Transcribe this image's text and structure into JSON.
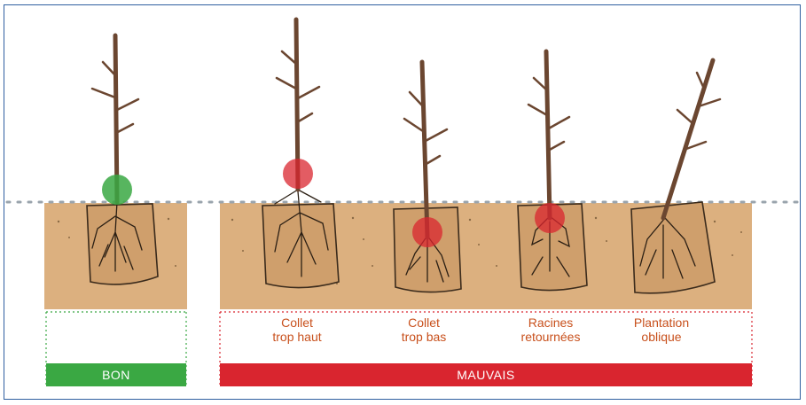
{
  "colors": {
    "good": "#3aa843",
    "bad": "#d9252f",
    "soil": "#dcb07f",
    "soil_dark": "#cf9f6c",
    "caption_text": "#c8501c",
    "frame": "#2f5fa0"
  },
  "captions": [
    {
      "line1": "Collet",
      "line2": "trop haut"
    },
    {
      "line1": "Collet",
      "line2": "trop bas"
    },
    {
      "line1": "Racines",
      "line2": "retournées"
    },
    {
      "line1": "Plantation",
      "line2": "oblique"
    }
  ],
  "labels": {
    "good": "BON",
    "bad": "MAUVAIS"
  }
}
